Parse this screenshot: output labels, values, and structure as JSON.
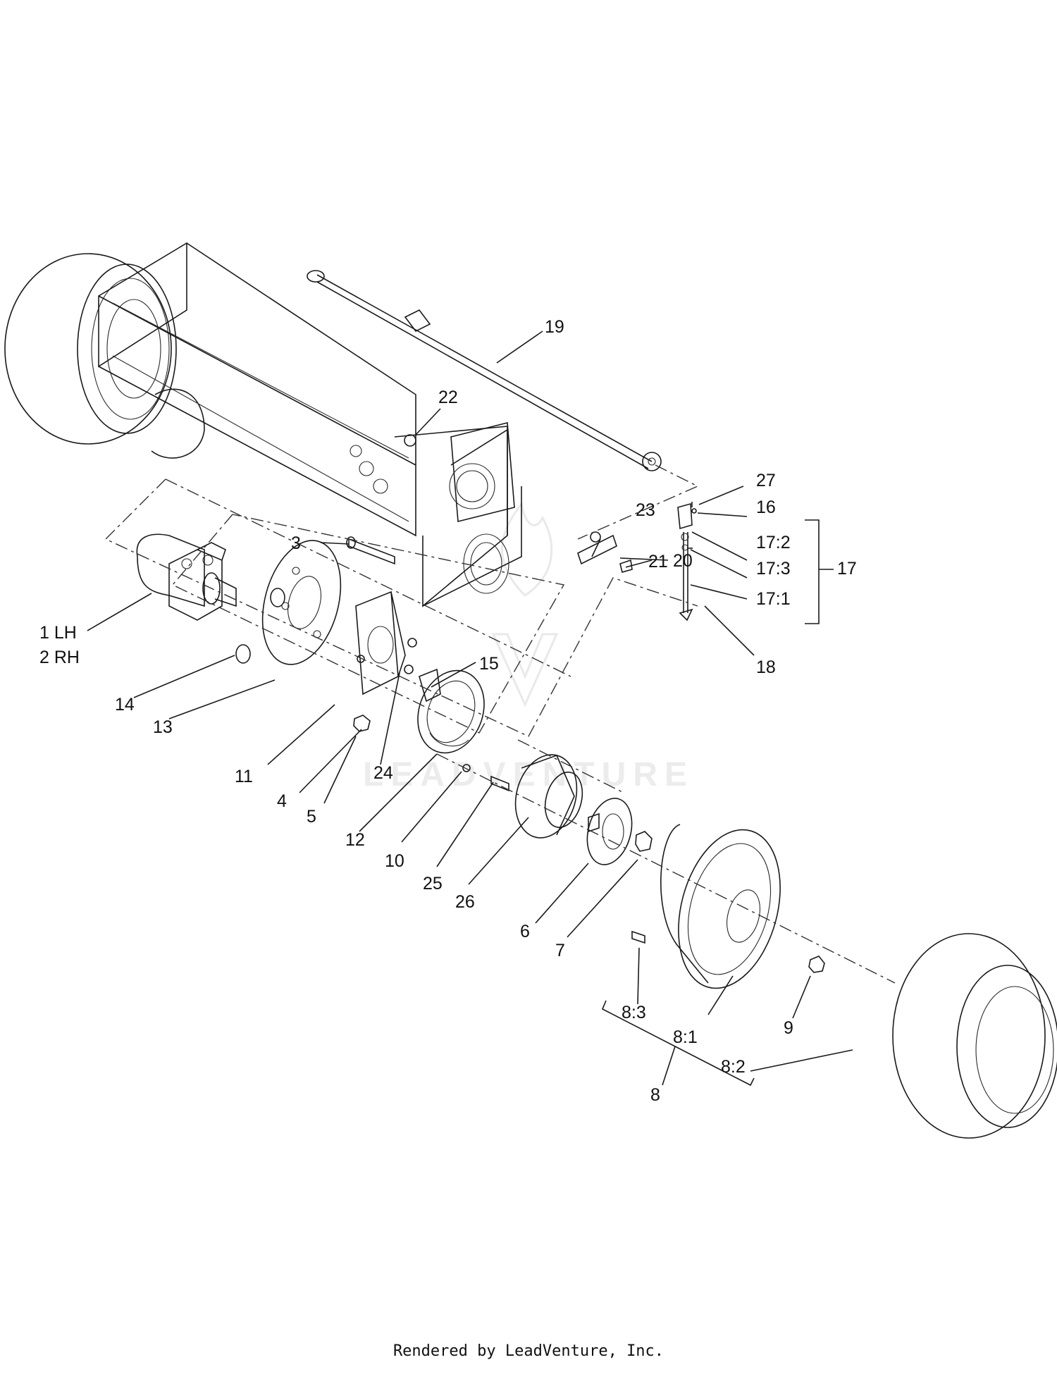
{
  "diagram": {
    "callouts": [
      {
        "id": "c1",
        "text": "1 LH"
      },
      {
        "id": "c2",
        "text": "2 RH"
      },
      {
        "id": "c3",
        "text": "3"
      },
      {
        "id": "c4",
        "text": "4"
      },
      {
        "id": "c5",
        "text": "5"
      },
      {
        "id": "c6",
        "text": "6"
      },
      {
        "id": "c7",
        "text": "7"
      },
      {
        "id": "c8",
        "text": "8"
      },
      {
        "id": "c8_1",
        "text": "8:1"
      },
      {
        "id": "c8_2",
        "text": "8:2"
      },
      {
        "id": "c8_3",
        "text": "8:3"
      },
      {
        "id": "c9",
        "text": "9"
      },
      {
        "id": "c10",
        "text": "10"
      },
      {
        "id": "c11",
        "text": "11"
      },
      {
        "id": "c12",
        "text": "12"
      },
      {
        "id": "c13",
        "text": "13"
      },
      {
        "id": "c14",
        "text": "14"
      },
      {
        "id": "c15",
        "text": "15"
      },
      {
        "id": "c16",
        "text": "16"
      },
      {
        "id": "c17",
        "text": "17"
      },
      {
        "id": "c17_1",
        "text": "17:1"
      },
      {
        "id": "c17_2",
        "text": "17:2"
      },
      {
        "id": "c17_3",
        "text": "17:3"
      },
      {
        "id": "c18",
        "text": "18"
      },
      {
        "id": "c19",
        "text": "19"
      },
      {
        "id": "c20",
        "text": "20"
      },
      {
        "id": "c21",
        "text": "21"
      },
      {
        "id": "c22",
        "text": "22"
      },
      {
        "id": "c23",
        "text": "23"
      },
      {
        "id": "c24",
        "text": "24"
      },
      {
        "id": "c25",
        "text": "25"
      },
      {
        "id": "c26",
        "text": "26"
      },
      {
        "id": "c27",
        "text": "27"
      }
    ],
    "watermark_text": "LEADVENTURE",
    "footer": "Rendered by LeadVenture, Inc."
  }
}
